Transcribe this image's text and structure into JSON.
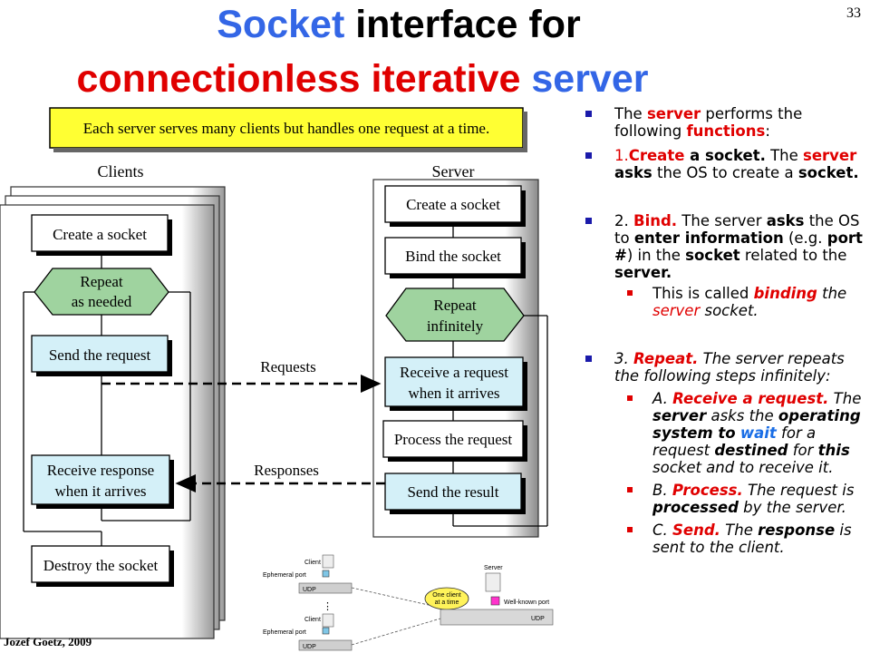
{
  "slide": {
    "page_number": "33",
    "author": "Jozef Goetz, 2009",
    "title_line1_part1": "Socket",
    "title_line1_part2": "interface for",
    "title_line2_part1": "connectionless iterative",
    "title_line2_part2": "server"
  },
  "diagram": {
    "banner": "Each server serves many clients but handles one request at a time.",
    "clients_label": "Clients",
    "server_label": "Server",
    "client_create": "Create a socket",
    "client_repeat_1": "Repeat",
    "client_repeat_2": "as needed",
    "client_send": "Send the request",
    "client_receive_1": "Receive response",
    "client_receive_2": "when it arrives",
    "client_destroy": "Destroy the socket",
    "server_create": "Create a socket",
    "server_bind": "Bind the socket",
    "server_repeat_1": "Repeat",
    "server_repeat_2": "infinitely",
    "server_receive_1": "Receive a request",
    "server_receive_2": "when it arrives",
    "server_process": "Process the request",
    "server_send": "Send the result",
    "requests_label": "Requests",
    "responses_label": "Responses"
  },
  "mini": {
    "client1": "Client",
    "eph1": "Ephemeral port",
    "udp1": "UDP",
    "dots": "⋮",
    "client2": "Client",
    "eph2": "Ephemeral port",
    "udp2": "UDP",
    "server": "Server",
    "bubble1": "One client",
    "bubble2": "at a time",
    "wellknown": "Well-known port",
    "udp3": "UDP"
  },
  "bullets": {
    "b1_1": "The ",
    "b1_2": "server",
    "b1_3": " performs the following ",
    "b1_4": "functions",
    "b1_5": ":",
    "b2_1": "1.",
    "b2_2": "Create",
    "b2_3": " a socket.",
    "b2_4": " The ",
    "b2_5": "server",
    "b2_6": " asks",
    "b2_7": " the OS to create a ",
    "b2_8": "socket.",
    "b3_1": "2. ",
    "b3_2": "Bind.",
    "b3_3": " The server ",
    "b3_4": "asks",
    "b3_5": " the OS to ",
    "b3_6": "enter information",
    "b3_7": " (e.g. ",
    "b3_8": "port #",
    "b3_9": ") in the ",
    "b3_10": "socket",
    "b3_11": " related to the ",
    "b3_12": "server.",
    "s1_1": "This is called ",
    "s1_2": "binding",
    "s1_3": " the ",
    "s1_4": "server",
    "s1_5": " socket.",
    "b4_1": "3. ",
    "b4_2": "Repeat.",
    "b4_3": " The server repeats the following steps infinitely:",
    "s2_1": "A. ",
    "s2_2": "Receive a request.",
    "s2_3": " The ",
    "s2_4": "server",
    "s2_5": " asks the ",
    "s2_6": "operating system to",
    "s2_7": " ",
    "s2_8": "wait",
    "s2_9": " for a request ",
    "s2_10": "destined",
    "s2_11": " for ",
    "s2_12": "this",
    "s2_13": " socket and to receive it.",
    "s3_1": "B. ",
    "s3_2": "Process.",
    "s3_3": " The request is ",
    "s3_4": "processed",
    "s3_5": " by the server.",
    "s4_1": "C. ",
    "s4_2": "Send.",
    "s4_3": " The ",
    "s4_4": "response",
    "s4_5": " is sent to the client."
  },
  "colors": {
    "title_blue": "#3366e6",
    "title_red": "#e00000",
    "banner_yellow": "#ffff33",
    "box_blue": "#d4f0f8",
    "hex_green": "#9fd39f",
    "bullet_blue": "#1a1aaa"
  }
}
